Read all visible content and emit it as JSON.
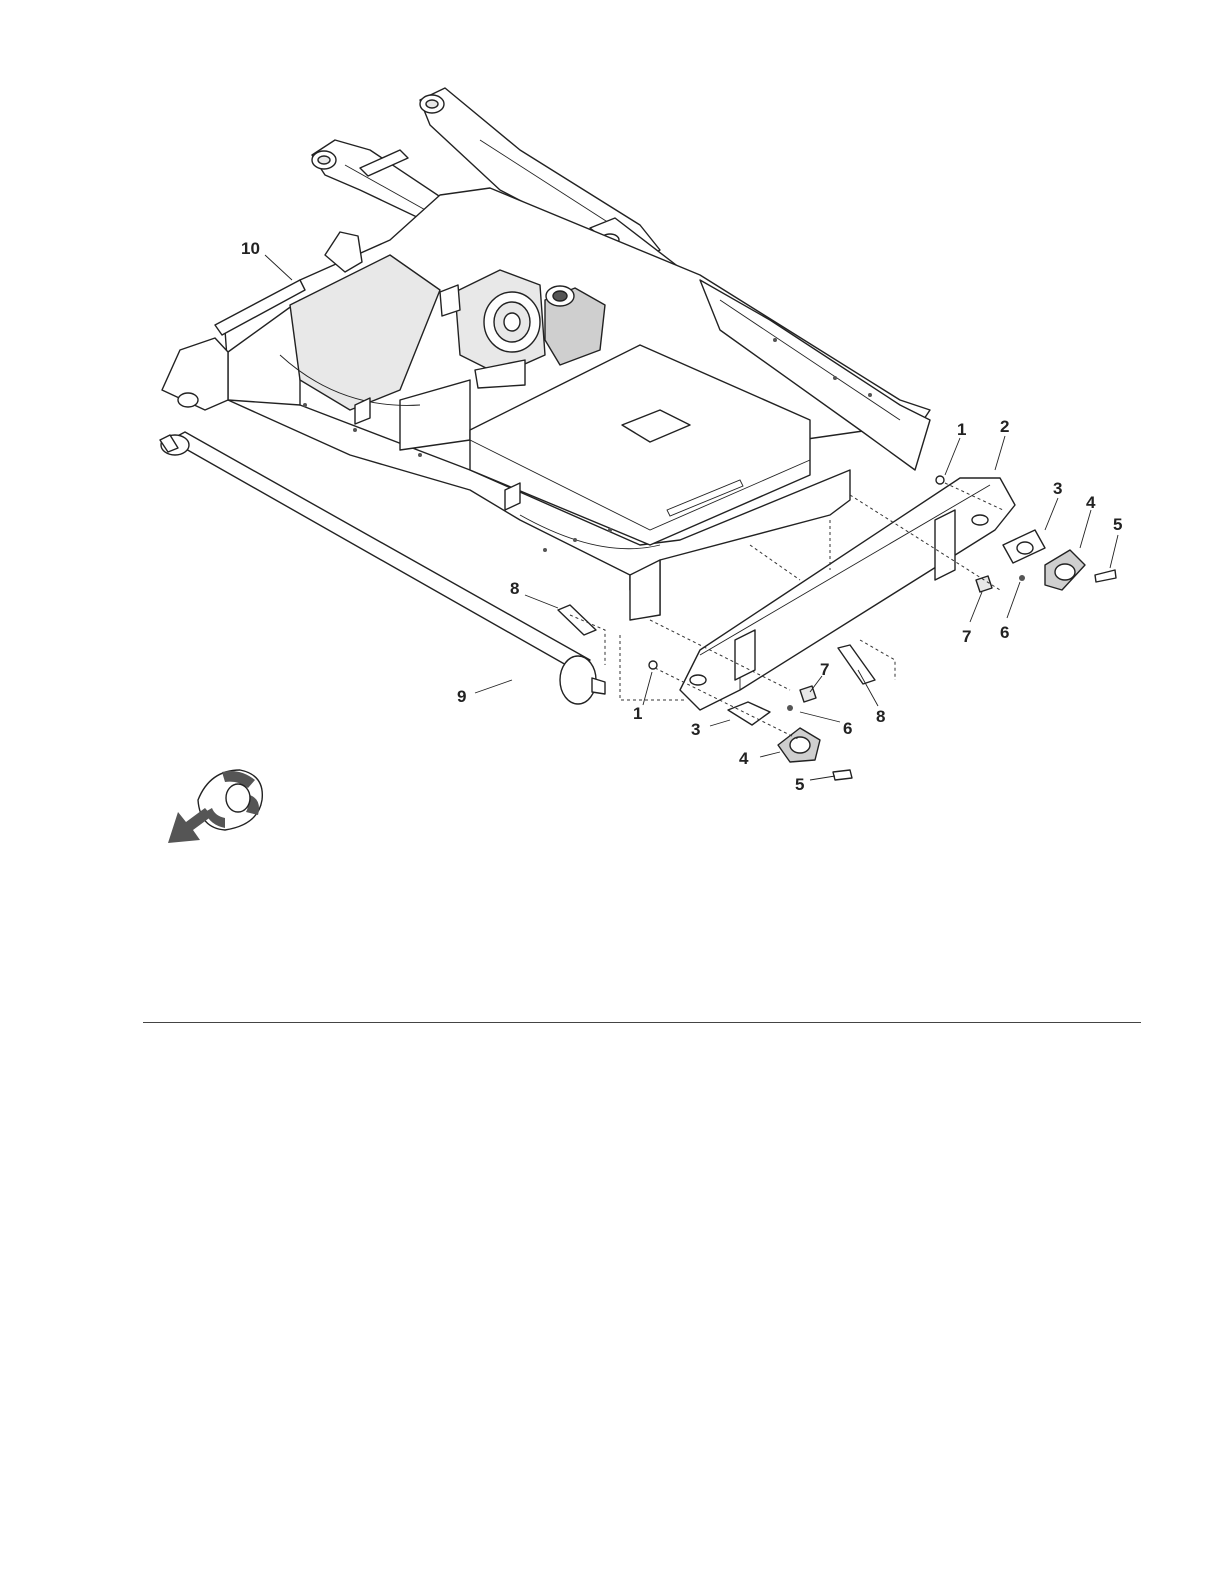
{
  "callouts": [
    {
      "id": "1",
      "label": "1"
    },
    {
      "id": "2",
      "label": "2"
    },
    {
      "id": "3",
      "label": "3"
    },
    {
      "id": "4",
      "label": "4"
    },
    {
      "id": "5",
      "label": "5"
    },
    {
      "id": "6",
      "label": "6"
    },
    {
      "id": "7",
      "label": "7"
    },
    {
      "id": "8",
      "label": "8"
    },
    {
      "id": "9",
      "label": "9"
    },
    {
      "id": "10",
      "label": "10"
    }
  ],
  "icons": {
    "front_direction": "front-direction-arrow-icon"
  },
  "colors": {
    "line": "#222222",
    "background": "#ffffff"
  }
}
